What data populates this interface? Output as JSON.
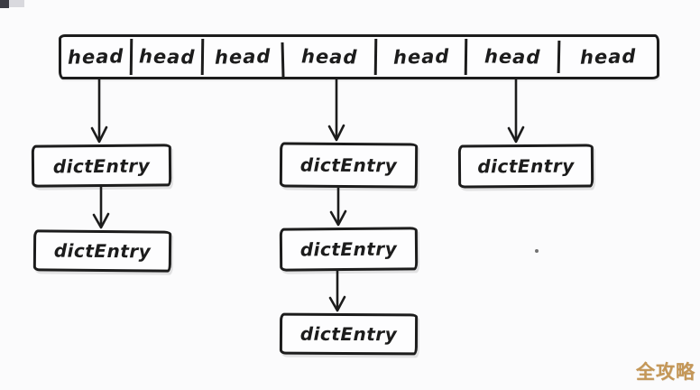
{
  "diagram": {
    "type": "hand-drawn hash table / dict chaining diagram",
    "head_row": {
      "labels": [
        "head",
        "head",
        "head",
        "head",
        "head",
        "head",
        "head"
      ]
    },
    "chains": [
      {
        "head_index": 0,
        "entries": [
          "dictEntry",
          "dictEntry"
        ]
      },
      {
        "head_index": 3,
        "entries": [
          "dictEntry",
          "dictEntry",
          "dictEntry"
        ]
      },
      {
        "head_index": 5,
        "entries": [
          "dictEntry"
        ]
      }
    ]
  },
  "watermark": {
    "text": "全攻略"
  },
  "colors": {
    "stroke": "#1c1c1c",
    "background": "#fbfbfc",
    "box_fill": "#fdfdfe",
    "watermark": "#c49757"
  }
}
